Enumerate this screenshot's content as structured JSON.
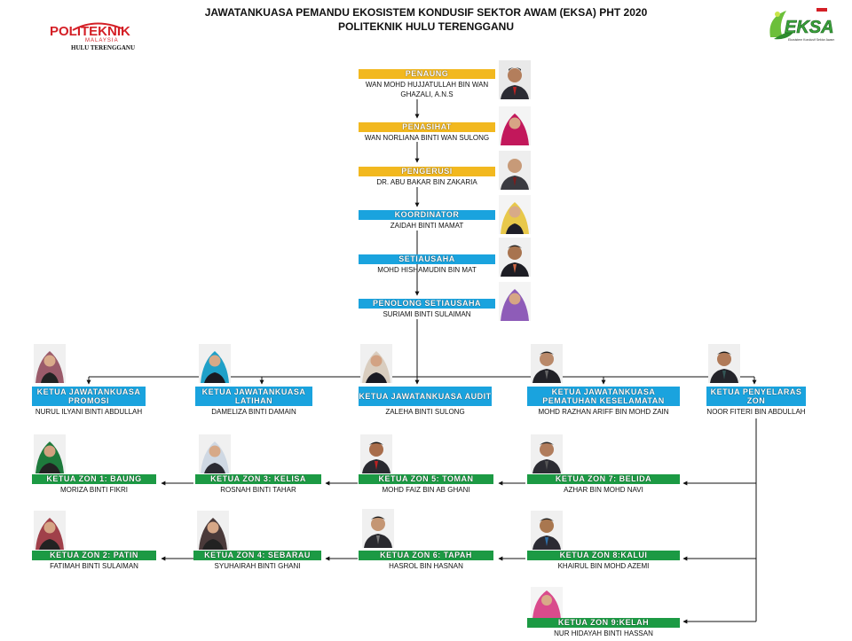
{
  "header": {
    "title_line1": "JAWATANKUASA PEMANDU EKOSISTEM KONDUSIF SEKTOR AWAM (EKSA) PHT 2020",
    "title_line2": "POLITEKNIK HULU TERENGGANU"
  },
  "logo_left": {
    "text": "POLITEKNIK",
    "sub": "MALAYSIA",
    "campus": "HULU TERENGGANU"
  },
  "logo_right": {
    "text": "EKSA",
    "tagline": "Ekosistem Kondusif Sektor Awam"
  },
  "colors": {
    "orange": "#f2b81f",
    "blue": "#1aa3de",
    "green": "#1c9a44"
  },
  "top_chain": [
    {
      "role": "PENAUNG",
      "name": "WAN MOHD HUJJATULLAH BIN WAN GHAZALI, A.N.S"
    },
    {
      "role": "PENASIHAT",
      "name": "WAN NORLIANA BINTI WAN SULONG"
    },
    {
      "role": "PENGERUSI",
      "name": "DR. ABU BAKAR BIN ZAKARIA"
    },
    {
      "role": "KOORDINATOR",
      "name": "ZAIDAH BINTI MAMAT"
    },
    {
      "role": "SETIAUSAHA",
      "name": "MOHD HISHAMUDIN BIN MAT"
    },
    {
      "role": "PENOLONG SETIAUSAHA",
      "name": "SURIAMI BINTI SULAIMAN"
    }
  ],
  "committees": [
    {
      "role": "KETUA JAWATANKUASA PROMOSI",
      "name": "NURUL ILYANI BINTI ABDULLAH"
    },
    {
      "role": "KETUA JAWATANKUASA LATIHAN",
      "name": "DAMELIZA BINTI DAMAIN"
    },
    {
      "role": "KETUA JAWATANKUASA AUDIT",
      "name": "ZALEHA BINTI SULONG"
    },
    {
      "role": "KETUA JAWATANKUASA PEMATUHAN KESELAMATAN",
      "name": "MOHD RAZHAN ARIFF BIN MOHD ZAIN"
    },
    {
      "role": "KETUA PENYELARAS ZON",
      "name": "NOOR FITERI BIN ABDULLAH"
    }
  ],
  "zones": [
    {
      "role": "KETUA ZON 1: BAUNG",
      "name": "MORIZA BINTI FIKRI"
    },
    {
      "role": "KETUA ZON 2: PATIN",
      "name": "FATIMAH BINTI SULAIMAN"
    },
    {
      "role": "KETUA ZON 3: KELISA",
      "name": "ROSNAH BINTI TAHAR"
    },
    {
      "role": "KETUA ZON 4: SEBARAU",
      "name": "SYUHAIRAH BINTI GHANI"
    },
    {
      "role": "KETUA ZON 5: TOMAN",
      "name": "MOHD FAIZ BIN AB GHANI"
    },
    {
      "role": "KETUA ZON 6: TAPAH",
      "name": "HASROL BIN HASNAN"
    },
    {
      "role": "KETUA ZON 7: BELIDA",
      "name": "AZHAR BIN MOHD NAVI"
    },
    {
      "role": "KETUA ZON  8:KALUI",
      "name": "KHAIRUL BIN MOHD AZEMI"
    },
    {
      "role": "KETUA ZON  9:KELAH",
      "name": "NUR HIDAYAH BINTI HASSAN"
    }
  ]
}
